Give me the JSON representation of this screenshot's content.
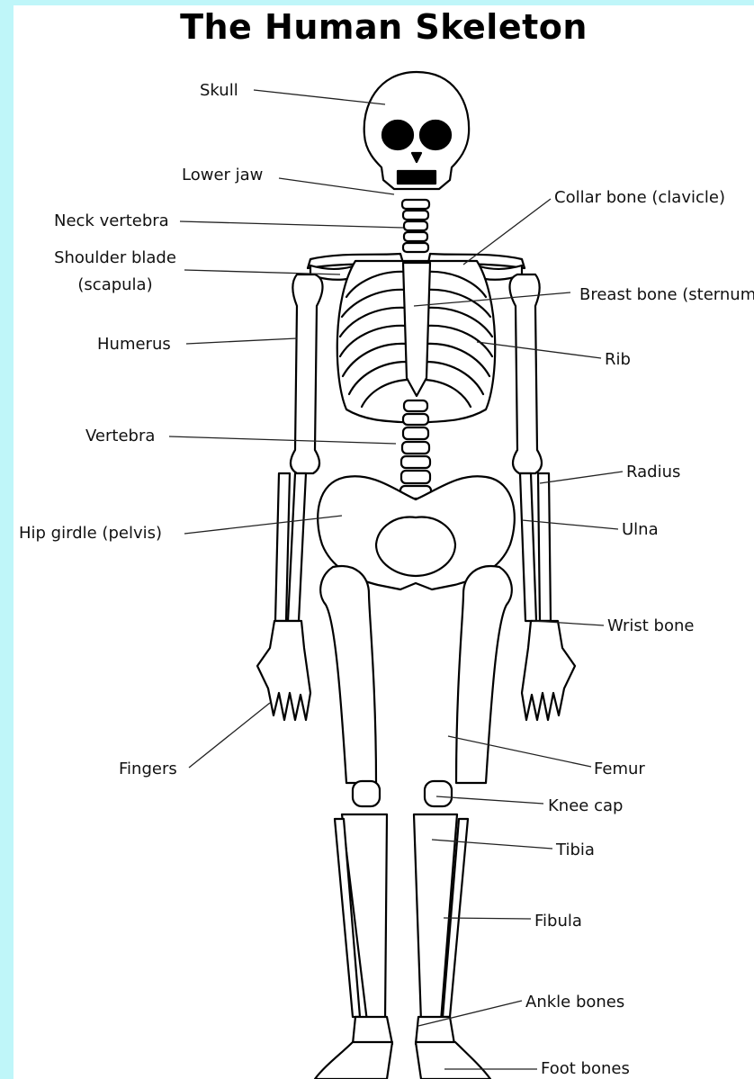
{
  "title": "The Human Skeleton",
  "labels": {
    "skull": "Skull",
    "lower_jaw": "Lower jaw",
    "neck_vertebra": "Neck vertebra",
    "shoulder_blade_1": "Shoulder blade",
    "shoulder_blade_2": "(scapula)",
    "humerus": "Humerus",
    "vertebra": "Vertebra",
    "hip_girdle": "Hip girdle (pelvis)",
    "fingers": "Fingers",
    "collar_bone": "Collar bone (clavicle)",
    "breast_bone": "Breast bone (sternum)",
    "rib": "Rib",
    "radius": "Radius",
    "ulna": "Ulna",
    "wrist_bone": "Wrist bone",
    "femur": "Femur",
    "knee_cap": "Knee cap",
    "tibia": "Tibia",
    "fibula": "Fibula",
    "ankle_bones": "Ankle bones",
    "foot_bones": "Foot bones"
  },
  "colors": {
    "frame": "#bff6f9",
    "sheet": "#ffffff",
    "ink": "#000000"
  }
}
